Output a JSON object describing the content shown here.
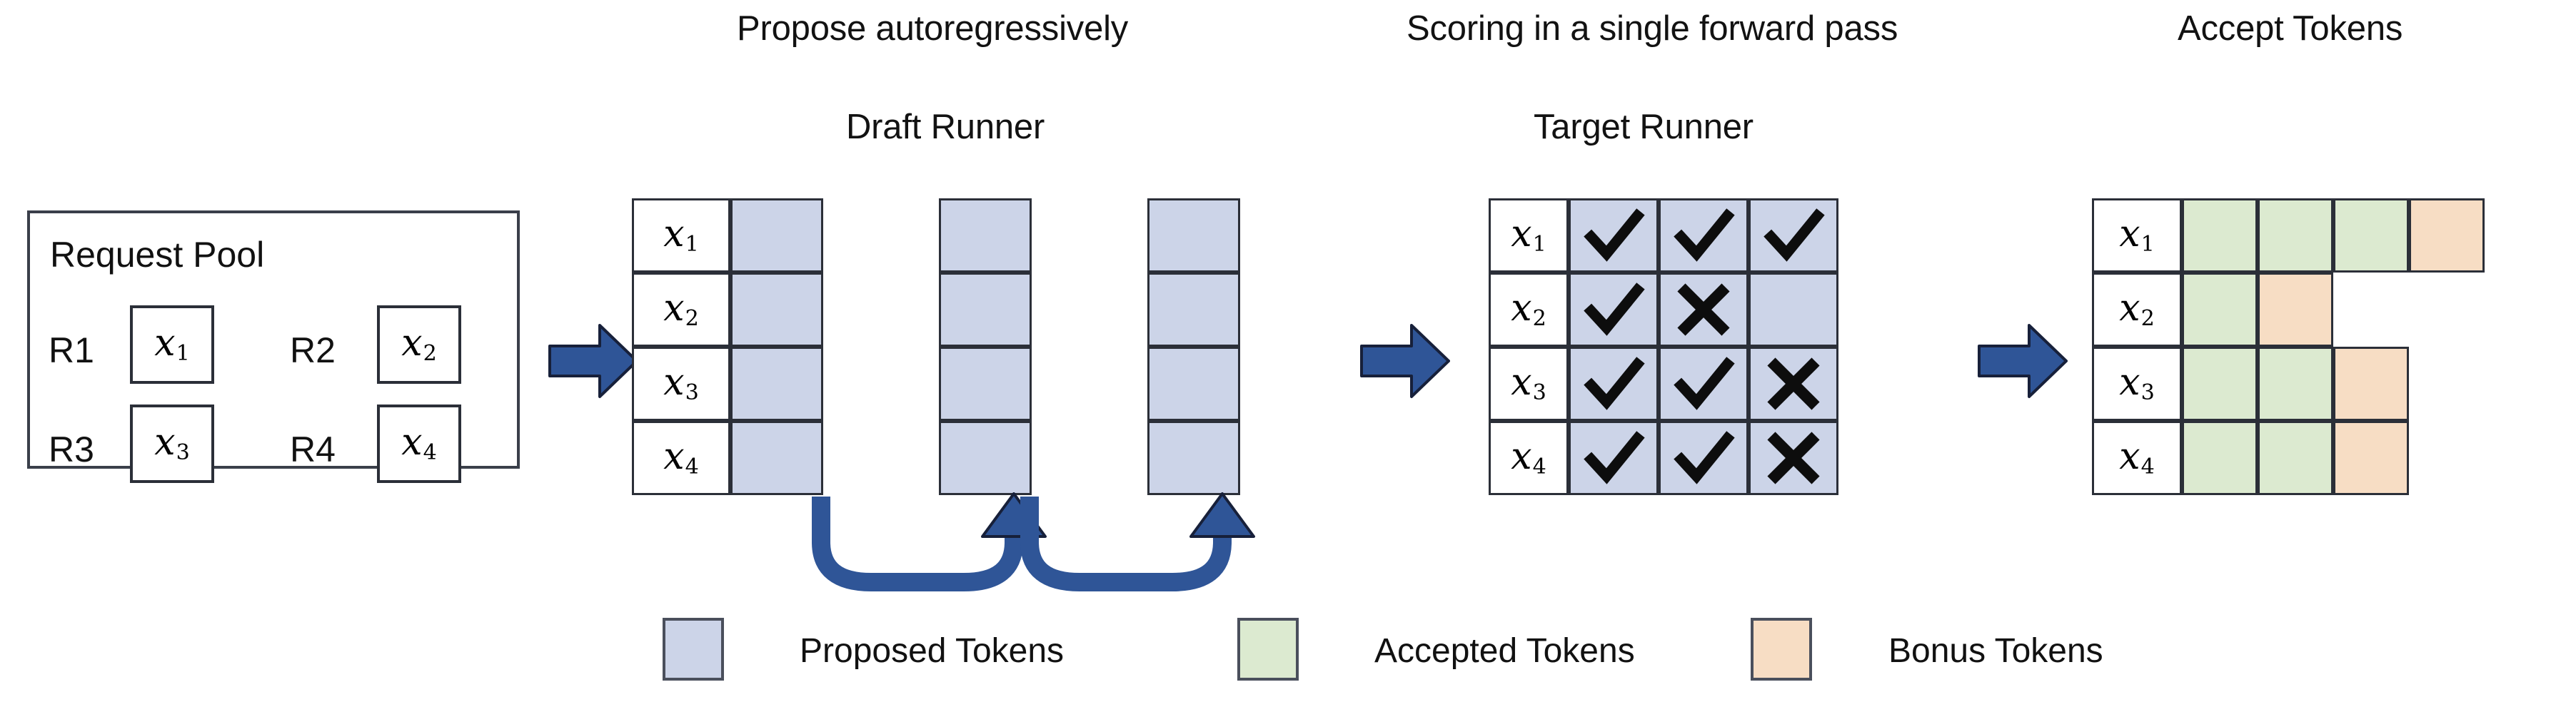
{
  "figure": {
    "titles": {
      "propose": "Propose autoregressively",
      "draft_runner": "Draft Runner",
      "scoring": "Scoring in a single forward pass",
      "target_runner": "Target Runner",
      "accept": "Accept Tokens"
    },
    "request_pool": {
      "title": "Request Pool",
      "requests": [
        {
          "label": "R1",
          "token": "x",
          "sub": "1"
        },
        {
          "label": "R2",
          "token": "x",
          "sub": "2"
        },
        {
          "label": "R3",
          "token": "x",
          "sub": "3"
        },
        {
          "label": "R4",
          "token": "x",
          "sub": "4"
        }
      ]
    },
    "row_labels": [
      {
        "token": "x",
        "sub": "1"
      },
      {
        "token": "x",
        "sub": "2"
      },
      {
        "token": "x",
        "sub": "3"
      },
      {
        "token": "x",
        "sub": "4"
      }
    ],
    "draft_runner": {
      "columns": 3,
      "rows": 4,
      "cells": [
        [
          "proposed",
          "proposed",
          "proposed"
        ],
        [
          "proposed",
          "proposed",
          "proposed"
        ],
        [
          "proposed",
          "proposed",
          "proposed"
        ],
        [
          "proposed",
          "proposed",
          "proposed"
        ]
      ],
      "loop_arrows": 2
    },
    "target_runner": {
      "columns": 3,
      "rows": 4,
      "marks": [
        [
          "check",
          "check",
          "check"
        ],
        [
          "check",
          "cross",
          "none"
        ],
        [
          "check",
          "check",
          "cross"
        ],
        [
          "check",
          "check",
          "cross"
        ]
      ]
    },
    "accept_tokens": {
      "rows": [
        [
          "accepted",
          "accepted",
          "accepted",
          "bonus"
        ],
        [
          "accepted",
          "bonus",
          "empty",
          "empty"
        ],
        [
          "accepted",
          "accepted",
          "bonus",
          "empty"
        ],
        [
          "accepted",
          "accepted",
          "bonus",
          "empty"
        ]
      ]
    },
    "flow_arrows": 3,
    "legend": [
      {
        "label": "Proposed Tokens",
        "color": "#ccd4e8",
        "key": "proposed"
      },
      {
        "label": "Accepted Tokens",
        "color": "#dcead0",
        "key": "accepted"
      },
      {
        "label": "Bonus Tokens",
        "color": "#f7ddc4",
        "key": "bonus"
      }
    ],
    "colors": {
      "proposed": "#ccd4e8",
      "accepted": "#dcead0",
      "bonus": "#f7ddc4",
      "arrow": "#2f5597",
      "outline": "#2b2f38",
      "background": "#ffffff"
    }
  }
}
